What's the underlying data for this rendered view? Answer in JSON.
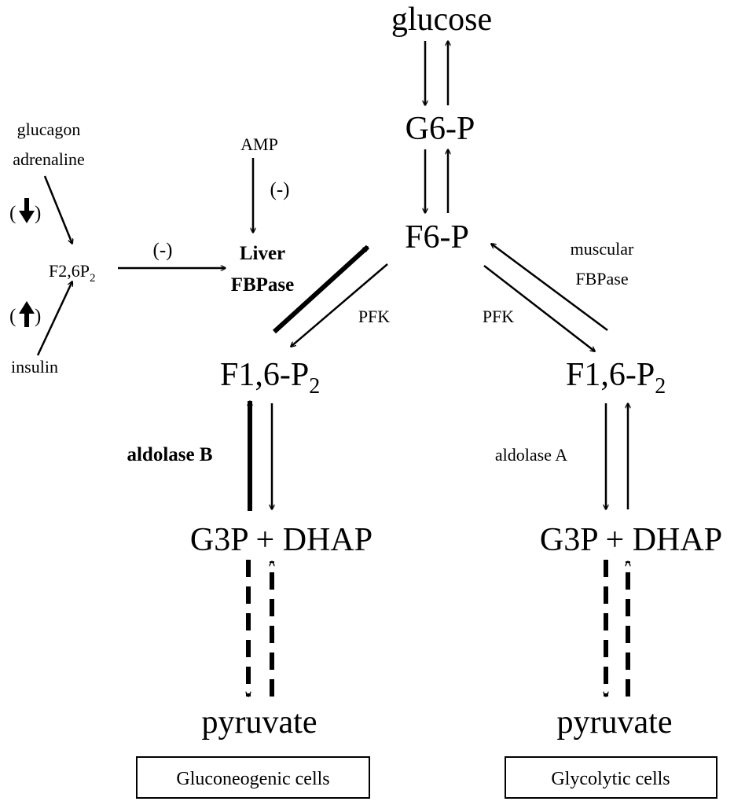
{
  "metabolites": {
    "glucose": "glucose",
    "g6p": "G6-P",
    "f6p": "F6-P",
    "f16p2_prefix": "F1,6-P",
    "f16p2_sub": "2",
    "g3p_dhap": "G3P + DHAP",
    "pyruvate": "pyruvate"
  },
  "regulators": {
    "glucagon": "glucagon",
    "adrenaline": "adrenaline",
    "insulin": "insulin",
    "f26p2_prefix": "F2,6P",
    "f26p2_sub": "2",
    "amp": "AMP",
    "inhibit": "(-)",
    "down_open": "(",
    "down_close": ")",
    "up_open": "(",
    "up_close": ")"
  },
  "enzymes": {
    "liver": "Liver",
    "fbpase": "FBPase",
    "pfk": "PFK",
    "muscular": "muscular",
    "muscular_fbpase": "FBPase",
    "aldolase_b": "aldolase B",
    "aldolase_a": "aldolase A"
  },
  "cells": {
    "left": "Gluconeogenic cells",
    "right": "Glycolytic cells"
  }
}
